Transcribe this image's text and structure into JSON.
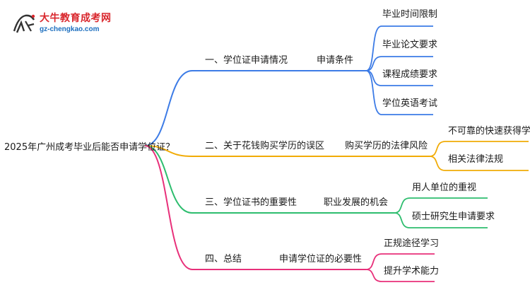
{
  "logo": {
    "title": "大牛教育成考网",
    "url": "gz-chengkao.com"
  },
  "root": "2025年广州成考毕业后能否申请学位证？",
  "colors": {
    "blue": "#3c7be6",
    "orange": "#f1ab06",
    "green": "#2dbd6e",
    "pink": "#e8307a",
    "logo_red": "#d9262c",
    "logo_blue": "#1d6fbf"
  },
  "branches": [
    {
      "label": "一、学位证申请情况",
      "color": "#3c7be6",
      "sub": "申请条件",
      "leaves": [
        "毕业时间限制",
        "毕业论文要求",
        "课程成绩要求",
        "学位英语考试"
      ]
    },
    {
      "label": "二、关于花钱购买学历的误区",
      "color": "#f1ab06",
      "sub": "购买学历的法律风险",
      "leaves": [
        "不可靠的快速获得学历",
        "相关法律法规"
      ]
    },
    {
      "label": "三、学位证书的重要性",
      "color": "#2dbd6e",
      "sub": "职业发展的机会",
      "leaves": [
        "用人单位的重视",
        "硕士研究生申请要求"
      ]
    },
    {
      "label": "四、总结",
      "color": "#e8307a",
      "sub": "申请学位证的必要性",
      "leaves": [
        "正规途径学习",
        "提升学术能力"
      ]
    }
  ]
}
